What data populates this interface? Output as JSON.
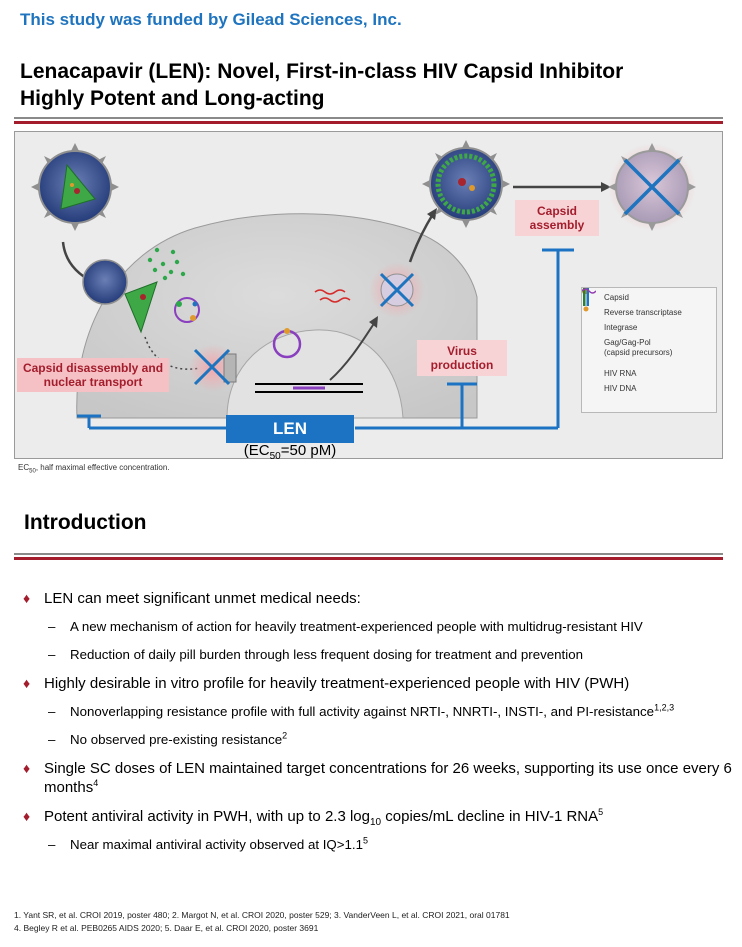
{
  "funding": "This study was funded by Gilead Sciences, Inc.",
  "title": {
    "line1": "Lenacapavir (LEN): Novel, First-in-class HIV Capsid Inhibitor",
    "line2": "Highly Potent and Long-acting"
  },
  "figure": {
    "labels": {
      "capsid_assembly": "Capsid assembly",
      "virus_production": "Virus production",
      "capsid_disassembly": "Capsid disassembly and nuclear transport"
    },
    "legend": [
      {
        "icon": "capsid-dot-icon",
        "color": "#2ca84a",
        "label": "Capsid"
      },
      {
        "icon": "reverse-transcriptase-dot-icon",
        "color": "#7a2a1e",
        "label": "Reverse transcriptase"
      },
      {
        "icon": "integrase-dot-icon",
        "color": "#e09a2c",
        "label": "Integrase"
      },
      {
        "icon": "gag-pol-icon",
        "color": "#2a7f3a",
        "label": "Gag/Gag-Pol\n(capsid precursors)"
      },
      {
        "icon": "hiv-rna-line-icon",
        "color": "#d62b2b",
        "label": "HIV RNA"
      },
      {
        "icon": "hiv-dna-line-icon",
        "color": "#8a3fbf",
        "label": "HIV DNA"
      }
    ],
    "len_label": "LEN",
    "ec50": {
      "prefix": "(EC",
      "sub": "50",
      "suffix": "=50 pM)"
    },
    "footnote": {
      "prefix": "EC",
      "sub": "50",
      "suffix": ", half maximal effective concentration."
    }
  },
  "introduction": {
    "heading": "Introduction",
    "bullets": {
      "b1": "LEN can meet significant unmet medical needs:",
      "b1_1": "A new mechanism of action for heavily treatment-experienced people with multidrug-resistant HIV",
      "b1_2": "Reduction of daily pill burden through less frequent dosing for treatment and prevention",
      "b2": "Highly desirable in vitro profile for heavily treatment-experienced people with HIV (PWH)",
      "b2_1": "Nonoverlapping resistance profile with full activity against NRTI-, NNRTI-, INSTI-, and PI-resistance",
      "b2_1_sup": "1,2,3",
      "b2_2": "No observed pre-existing resistance",
      "b2_2_sup": "2",
      "b3": "Single SC doses of LEN maintained target concentrations for 26 weeks, supporting its use once every 6 months",
      "b3_sup": "4",
      "b4_a": "Potent antiviral activity in PWH, with up to 2.3 log",
      "b4_sub": "10",
      "b4_b": " copies/mL decline in HIV-1 RNA",
      "b4_sup": "5",
      "b4_1": "Near maximal antiviral activity observed at IQ>1.1",
      "b4_1_sup": "5"
    }
  },
  "references": {
    "line1": "1. Yant SR, et al. CROI 2019, poster 480; 2. Margot N, et al. CROI 2020, poster 529; 3. VanderVeen L, et al. CROI 2021, oral 01781",
    "line2": "4. Begley R et al. PEB0265 AIDS 2020; 5. Daar E, et al. CROI 2020, poster 3691"
  },
  "colors": {
    "accent_blue": "#1f74bf",
    "len_blue": "#1c73c3",
    "brand_red": "#a31d2c"
  }
}
